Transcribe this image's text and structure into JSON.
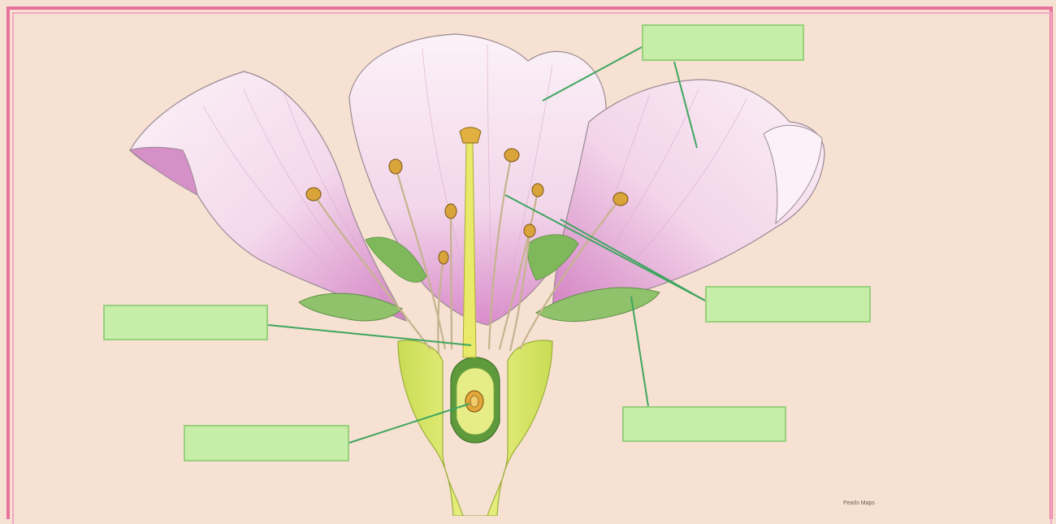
{
  "diagram": {
    "labels": [
      {
        "id": "petal",
        "text": ""
      },
      {
        "id": "stigma",
        "text": ""
      },
      {
        "id": "anther",
        "text": ""
      },
      {
        "id": "sepal",
        "text": ""
      },
      {
        "id": "ovary",
        "text": ""
      },
      {
        "id": "ovule",
        "text": ""
      }
    ],
    "credit": "Pearls Maps"
  },
  "colors": {
    "background": "#f7e1d2",
    "border": "#e8719e",
    "label_fill": "#c7eea8",
    "label_stroke": "#98d07e",
    "leader_line": "#3fa55f",
    "petal_light": "#fbeef6",
    "petal_dark": "#d88fca",
    "sepal": "#8fc26a",
    "receptacle": "#d9e86a",
    "anther": "#d9a43a"
  }
}
